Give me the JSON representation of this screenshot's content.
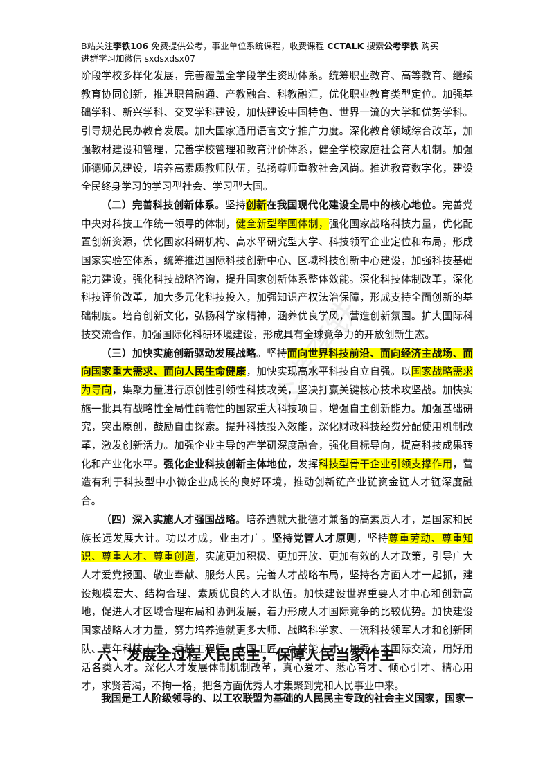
{
  "header": {
    "line1_a": "B站关注",
    "line1_b": "李铁106",
    "line1_c": " 免费提供公考，事业单位系统课程，收费课程 ",
    "line1_d": "CCTALK",
    "line1_e": " 搜索",
    "line1_f": "公考李铁",
    "line1_g": " 购买",
    "line2": "进群学习加微信 sxdsxdsx07"
  },
  "p0": "阶段学校多样化发展，完善覆盖全学段学生资助体系。统筹职业教育、高等教育、继续教育协同创新，推进职普融通、产教融合、科教融汇，优化职业教育类型定位。加强基础学科、新兴学科、交叉学科建设，加快建设中国特色、世界一流的大学和优势学科。引导规范民办教育发展。加大国家通用语言文字推广力度。深化教育领域综合改革，加强教材建设和管理，完善学校管理和教育评价体系，健全学校家庭社会育人机制。加强师德师风建设，培养高素质教师队伍，弘扬尊师重教社会风尚。推进教育数字化，建设全民终身学习的学习型社会、学习型大国。",
  "p1": {
    "title": "（二）完善科技创新体系",
    "t1": "。坚持",
    "h1": "创新",
    "b1": "在我国现代化建设全局中的核心地位",
    "t2": "。完善党中央对科技工作统一领导的体制，",
    "h2": "健全新型举国体制，",
    "t3": "强化国家战略科技力量，优化配置创新资源，优化国家科研机构、高水平研究型大学、科技领军企业定位和布局，形成国家实验室体系，统筹推进国际科技创新中心、区域科技创新中心建设，加强科技基础能力建设，强化科技战略咨询，提升国家创新体系整体效能。深化科技体制改革，深化科技评价改革，加大多元化科技投入，加强知识产权法治保障，形成支持全面创新的基础制度。培育创新文化，弘扬科学家精神，涵养优良学风，营造创新氛围。扩大国际科技交流合作，加强国际化科研环境建设，形成具有全球竞争力的开放创新生态。"
  },
  "p2": {
    "title": "（三）加快实施创新驱动发展战略",
    "t1": "。坚持",
    "hb1": "面向世界科技前沿、面向经济主战场、面向国家重大需求、面向人民生命健康",
    "t2": "，加快实现高水平科技自立自强。以",
    "h1": "国家战略需求为导向",
    "t3": "，集聚力量进行原创性引领性科技攻关，坚决打赢关键核心技术攻坚战。加快实施一批具有战略性全局性前瞻性的国家重大科技项目，增强自主创新能力。加强基础研究，突出原创，鼓励自由探索。提升科技投入效能，深化财政科技经费分配使用机制改革，激发创新活力。加强企业主导的产学研深度融合，强化目标导向，提高科技成果转化和产业化水平。",
    "b1": "强化企业科技创新主体地位",
    "t4": "，发挥",
    "h2": "科技型骨干企业引领支撑作用",
    "t5": "，营造有利于科技型中小微企业成长的良好环境，推动创新链产业链资金链人才链深度融合。"
  },
  "p3": {
    "title": "（四）深入实施人才强国战略",
    "t1": "。培养造就大批德才兼备的高素质人才，是国家和民族长远发展大计。功以才成，业由才广。",
    "b1": "坚持党管人才原则",
    "t2": "，坚持",
    "h1": "尊重劳动、尊重知识、尊重人才、尊重创造",
    "t3": "，实施更加积极、更加开放、更加有效的人才政策，引导广大人才爱党报国、敬业奉献、服务人民。完善人才战略布局，坚持各方面人才一起抓，建设规模宏大、结构合理、素质优良的人才队伍。加快建设世界重要人才中心和创新高地，促进人才区域合理布局和协调发展，着力形成人才国际竞争的比较优势。加快建设国家战略人才力量，努力培养造就更多大师、战略科学家、一流科技领军人才和创新团队、青年科技人才、卓越工程师、大国工匠、高技能人才。加强人才国际交流，用好用活各类人才。深化人才发展体制机制改革，真心爱才、悉心育才、倾心引才、精心用才，求贤若渴，不拘一格，把各方面优秀人才集聚到党和人民事业中来。"
  },
  "section_title": "六、发展全过程人民民主，保障人民当家作主",
  "last_para": "我国是工人阶级领导的、以工农联盟为基础的人民民主专政的社会主义国家，国家一",
  "watermark": "公考李铁",
  "colors": {
    "highlight": "#ffff00",
    "text": "#111111"
  }
}
